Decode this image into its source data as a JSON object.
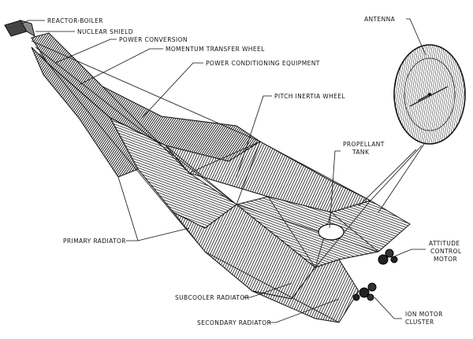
{
  "labels": {
    "reactor_boiler": "REACTOR-BOILER",
    "nuclear_shield": "NUCLEAR SHIELD",
    "power_conversion": "POWER CONVERSION",
    "momentum_transfer_wheel": "MOMENTUM TRANSFER WHEEL",
    "power_conditioning_equipment": "POWER CONDITIONING EQUIPMENT",
    "pitch_inertia_wheel": "PITCH INERTIA WHEEL",
    "antenna": "ANTENNA",
    "propellant_tank_line1": "PROPELLANT",
    "propellant_tank_line2": "TANK",
    "attitude_control_motor_line1": "ATTITUDE",
    "attitude_control_motor_line2": "CONTROL",
    "attitude_control_motor_line3": "MOTOR",
    "primary_radiator": "PRIMARY RADIATOR",
    "subcooler_radiator": "SUBCOOLER RADIATOR",
    "secondary_radiator": "SECONDARY RADIATOR",
    "ion_motor_cluster_line1": "ION MOTOR",
    "ion_motor_cluster_line2": "CLUSTER"
  },
  "colors": {
    "ink": "#111111",
    "background": "#ffffff"
  }
}
